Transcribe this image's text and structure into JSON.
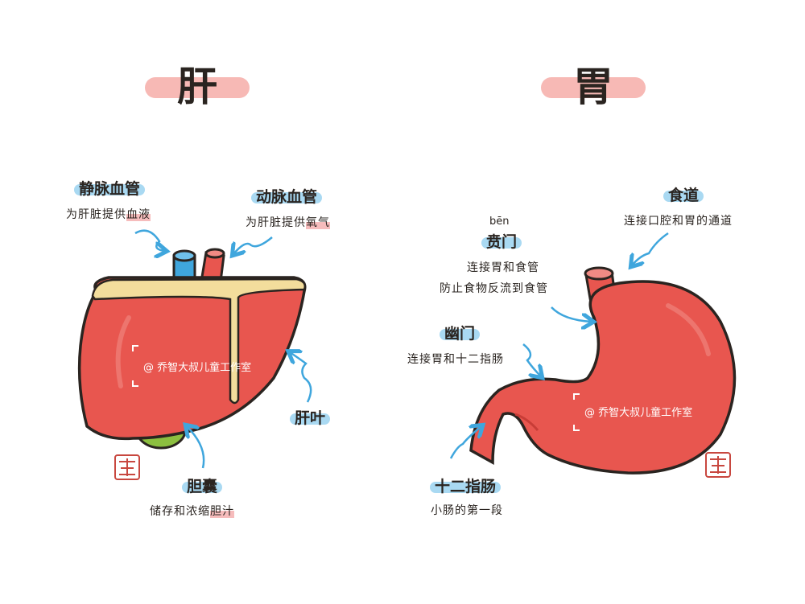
{
  "liver": {
    "title": "肝",
    "vein": {
      "label": "静脉血管",
      "desc_a": "为肝脏提供",
      "desc_b": "血液"
    },
    "artery": {
      "label": "动脉血管",
      "desc_a": "为肝脏提供",
      "desc_b": "氧气"
    },
    "lobe": {
      "label": "肝叶"
    },
    "gallbladder": {
      "label": "胆囊",
      "desc_a": "储存和浓缩",
      "desc_b": "胆汁"
    }
  },
  "stomach": {
    "title": "胃",
    "esophagus": {
      "label": "食道",
      "desc": "连接口腔和胃的通道"
    },
    "cardia": {
      "pinyin": "bēn",
      "label": "贲门",
      "desc1": "连接胃和食管",
      "desc2": "防止食物反流到食管"
    },
    "pylorus": {
      "label": "幽门",
      "desc": "连接胃和十二指肠"
    },
    "duodenum": {
      "label": "十二指肠",
      "desc": "小肠的第一段"
    }
  },
  "watermark": "@ 乔智大叔儿童工作室",
  "colors": {
    "organ": "#e8564f",
    "organ_dark": "#c83d37",
    "vein": "#3fa6dd",
    "artery": "#e8564f",
    "gallbladder": "#8cbf3f",
    "label_highlight": "#a9d9f2",
    "title_pill": "#f7b9b5",
    "arrow": "#3fa6dd"
  }
}
